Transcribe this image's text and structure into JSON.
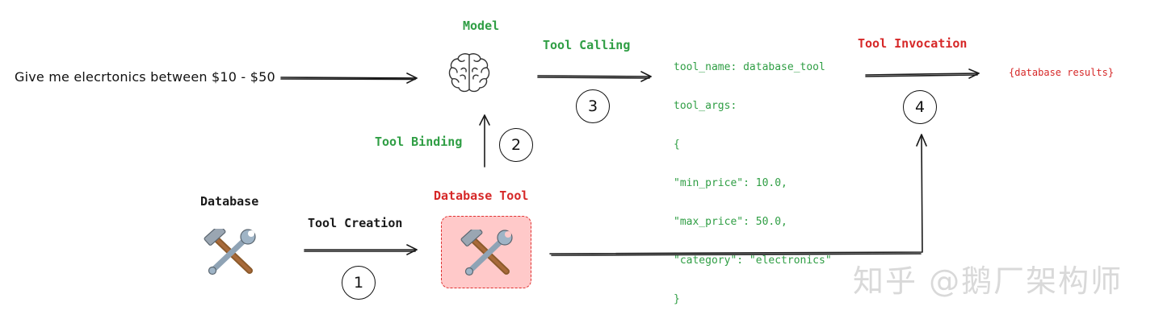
{
  "prompt_text": "Give me elecrtonics between $10 - $50",
  "model": {
    "label": "Model",
    "icon": "brain-icon"
  },
  "database": {
    "label": "Database",
    "icon": "hammer-wrench-icon"
  },
  "database_tool": {
    "label": "Database Tool",
    "icon": "hammer-wrench-icon"
  },
  "steps": [
    {
      "number": "1",
      "label": "Tool Creation"
    },
    {
      "number": "2",
      "label": "Tool Binding"
    },
    {
      "number": "3",
      "label": "Tool Calling"
    },
    {
      "number": "4",
      "label": "Tool Invocation"
    }
  ],
  "tool_call": {
    "lines": [
      "tool_name: database_tool",
      "tool_args:",
      "{",
      "\"min_price\": 10.0,",
      "\"max_price\": 50.0,",
      "\"category\": \"electronics\"",
      "}"
    ]
  },
  "result_text": "{database results}",
  "watermark": "知乎 @鹅厂架构师",
  "colors": {
    "green": "#2f9e44",
    "red": "#d62828",
    "tool_fill": "#ffc9c9",
    "tool_border": "#e03131"
  }
}
